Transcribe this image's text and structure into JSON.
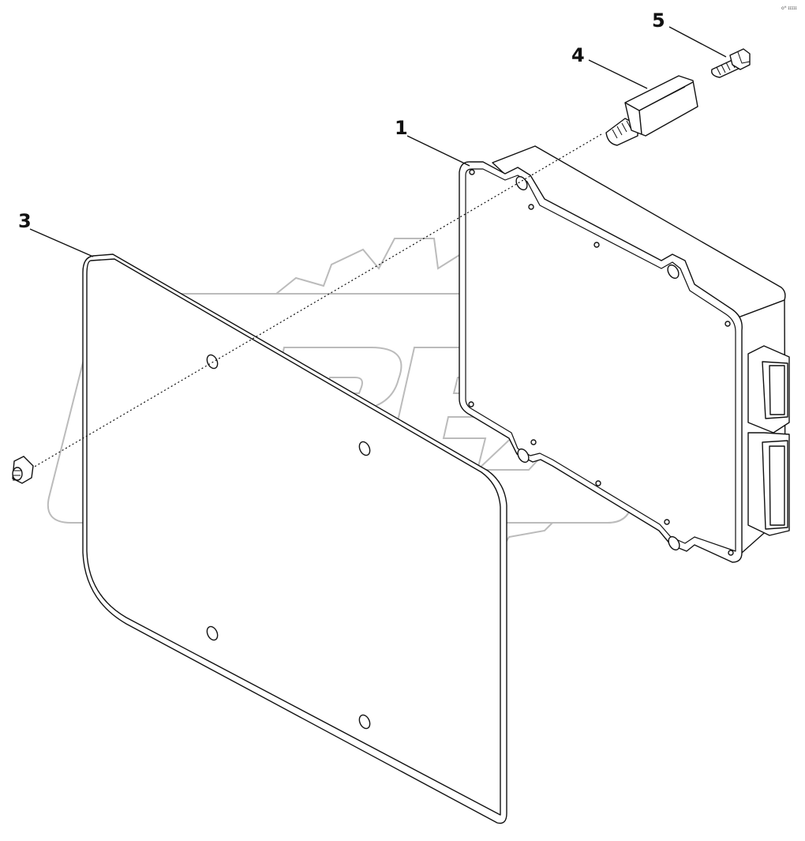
{
  "callouts": [
    {
      "label": "1",
      "part": "electronic-control-module"
    },
    {
      "label": "3",
      "part": "mounting-plate"
    },
    {
      "label": "4",
      "part": "standoff-spacer"
    },
    {
      "label": "5",
      "part": "bolt"
    }
  ],
  "corner_mark": "oᴴ ɪɪɪɪɪ",
  "watermark": {
    "text": "OPEX",
    "color": "#bbbbbb"
  },
  "colors": {
    "line": "#111111",
    "watermark": "#bbbbbb"
  }
}
